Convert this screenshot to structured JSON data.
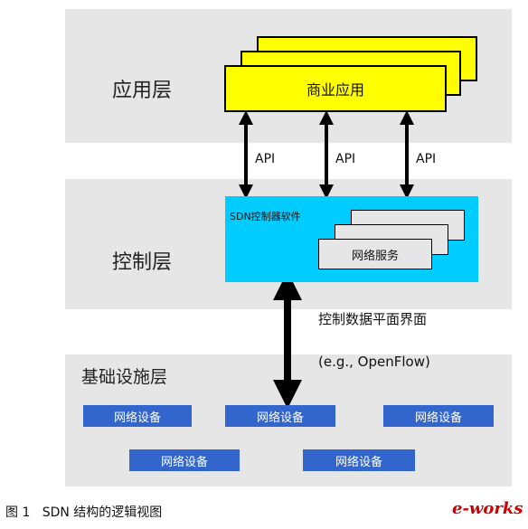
{
  "layers": {
    "app_label": "应用层",
    "control_label": "控制层",
    "infra_label": "基础设施层"
  },
  "business_app": "商业应用",
  "api_labels": [
    "API",
    "API",
    "API"
  ],
  "controller": {
    "title": "SDN控制器软件",
    "service": "网络服务"
  },
  "interface": {
    "line1": "控制数据平面界面",
    "line2": "(e.g., OpenFlow)"
  },
  "devices": [
    "网络设备",
    "网络设备",
    "网络设备",
    "网络设备",
    "网络设备"
  ],
  "caption": "图 1   SDN 结构的逻辑视图",
  "logo": "e-works",
  "colors": {
    "band": "#e6e6e6",
    "app": "#ffff00",
    "controller": "#00ccff",
    "device": "#3366cc"
  }
}
